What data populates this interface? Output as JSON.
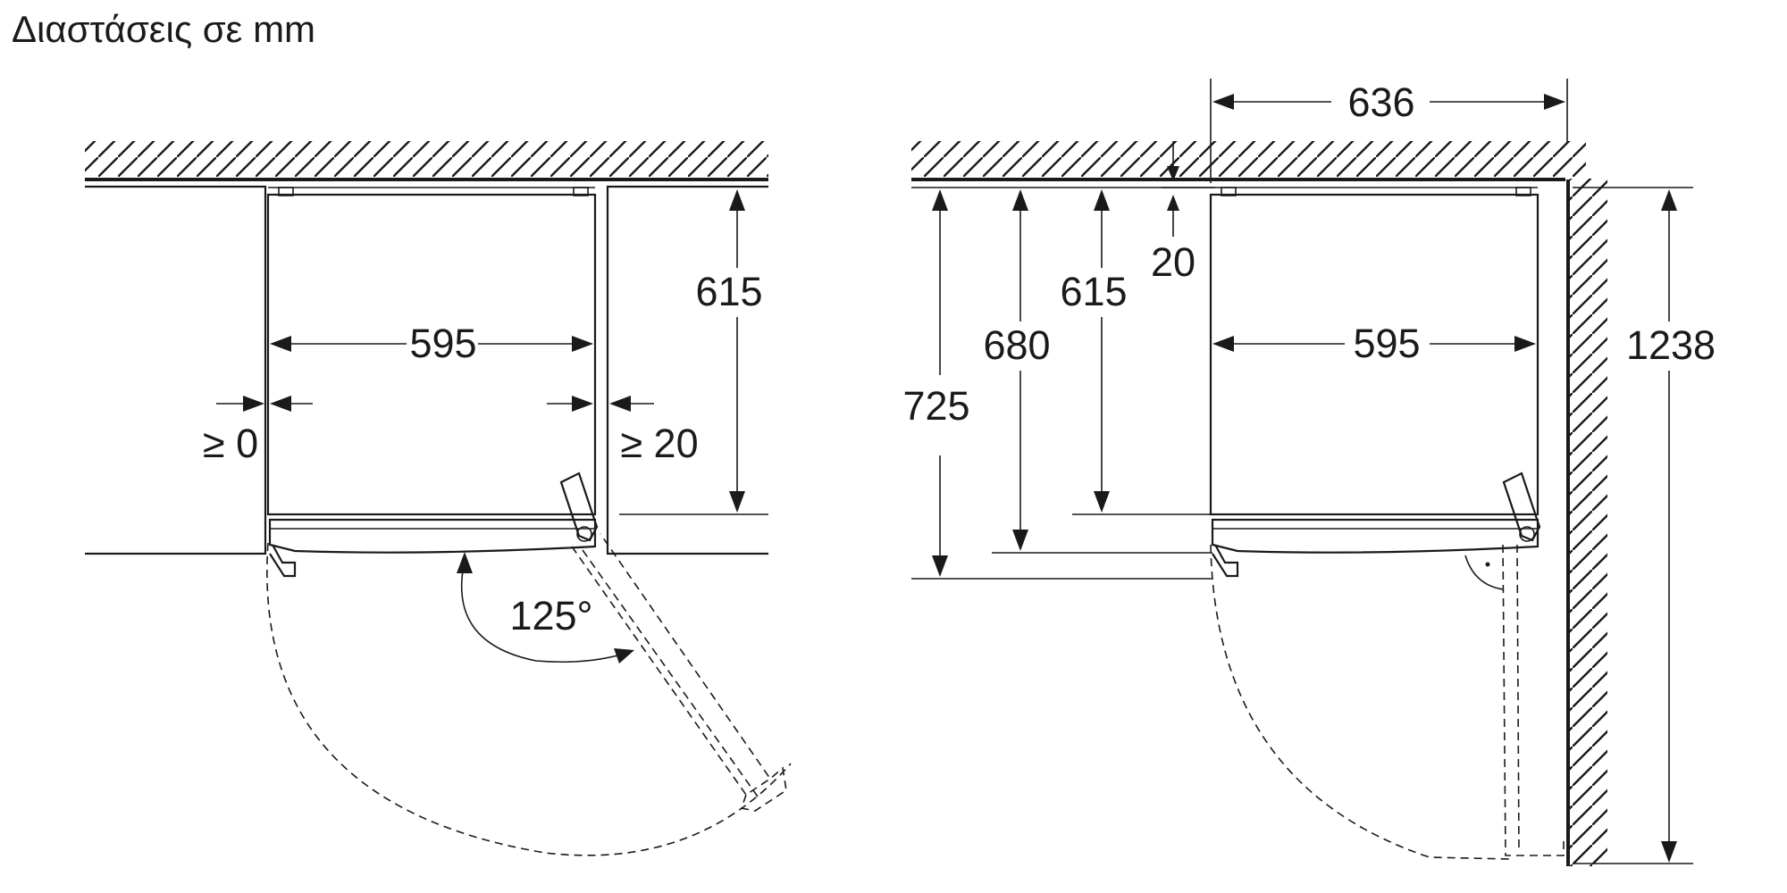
{
  "title": "Διαστάσεις σε mm",
  "left_view": {
    "width": "595",
    "depth": "615",
    "gap_left": "≥ 0",
    "gap_right": "≥ 20",
    "door_angle": "125°"
  },
  "right_view": {
    "overall_width": "636",
    "wall_gap": "20",
    "depth_body": "615",
    "depth_door": "680",
    "depth_total": "725",
    "width": "595",
    "open_depth": "1238"
  },
  "colors": {
    "line": "#1a1a1a",
    "background": "#ffffff"
  }
}
